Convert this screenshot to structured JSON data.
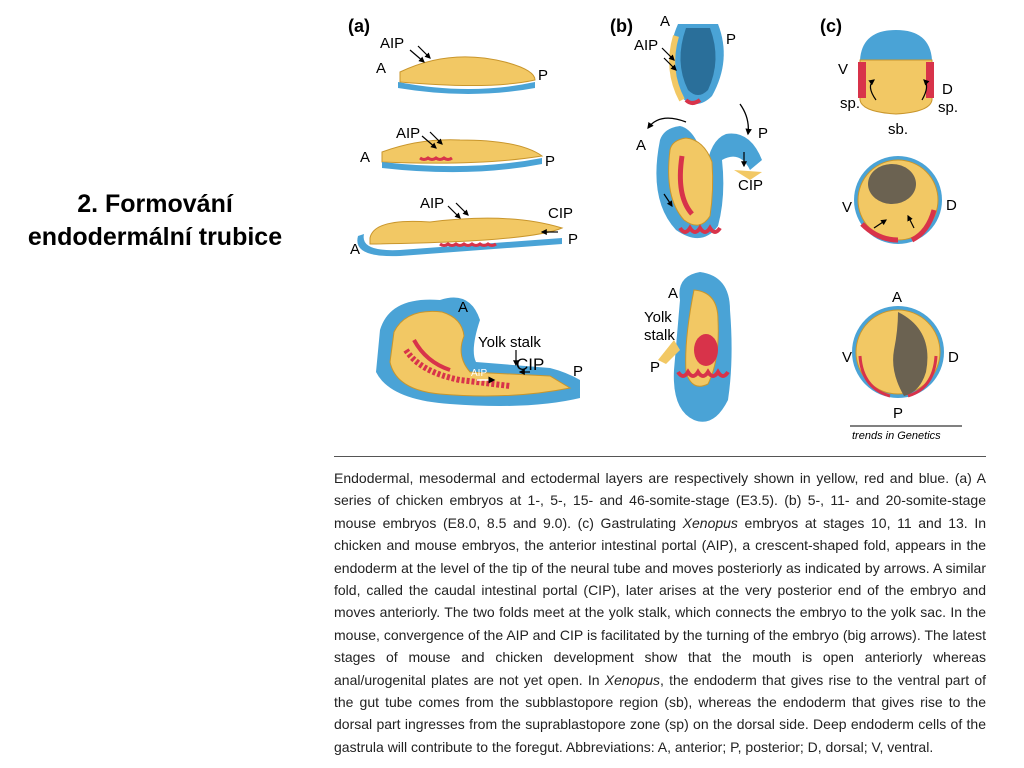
{
  "slide": {
    "title_line1": "2. Formování",
    "title_line2": "endodermální trubice"
  },
  "figure": {
    "panel_a": "(a)",
    "panel_b": "(b)",
    "panel_c": "(c)",
    "labels": {
      "A": "A",
      "P": "P",
      "V": "V",
      "D": "D",
      "AIP": "AIP",
      "CIP": "CIP",
      "sp": "sp.",
      "sb": "sb.",
      "yolk_stalk": "Yolk stalk",
      "yolk": "Yolk",
      "stalk": "stalk"
    },
    "source": "trends in Genetics",
    "colors": {
      "endoderm": "#f2c864",
      "mesoderm": "#d8334a",
      "ectoderm": "#4aa3d6"
    }
  },
  "caption": {
    "p1": "Endodermal, mesodermal and ectodermal layers are respectively shown in yellow, red and blue. (a) A series of chicken embryos at 1-, 5-, 15- and 46-somite-stage (E3.5). (b) 5-, 11- and 20-somite-stage mouse embryos (E8.0, 8.5 and 9.0). (c) Gastrulating ",
    "xenopus": "Xenopus",
    "p2": " embryos at stages 10, 11 and 13. In chicken and mouse embryos, the anterior intestinal portal (AIP), a crescent-shaped fold, appears in the endoderm at the level of the tip of the neural tube and moves posteriorly as indicated by arrows. A similar fold, called the caudal intestinal portal (CIP), later arises at the very posterior end of the embryo and moves anteriorly. The two folds meet at the yolk stalk, which connects the embryo to the yolk sac. In the mouse, convergence of the AIP and CIP is facilitated by the turning of the embryo (big arrows). The latest stages of mouse and chicken development show that the mouth is open anteriorly whereas anal/urogenital plates are not yet open. In ",
    "p3": ", the endoderm that gives rise to the ventral part of the gut tube comes from the subblastopore region (sb), whereas the endoderm that gives rise to the dorsal part ingresses from the suprablastopore zone (sp) on the dorsal side. Deep endoderm cells of the gastrula will contribute to the foregut. Abbreviations: A, anterior; P, posterior; D, dorsal; V, ventral."
  }
}
